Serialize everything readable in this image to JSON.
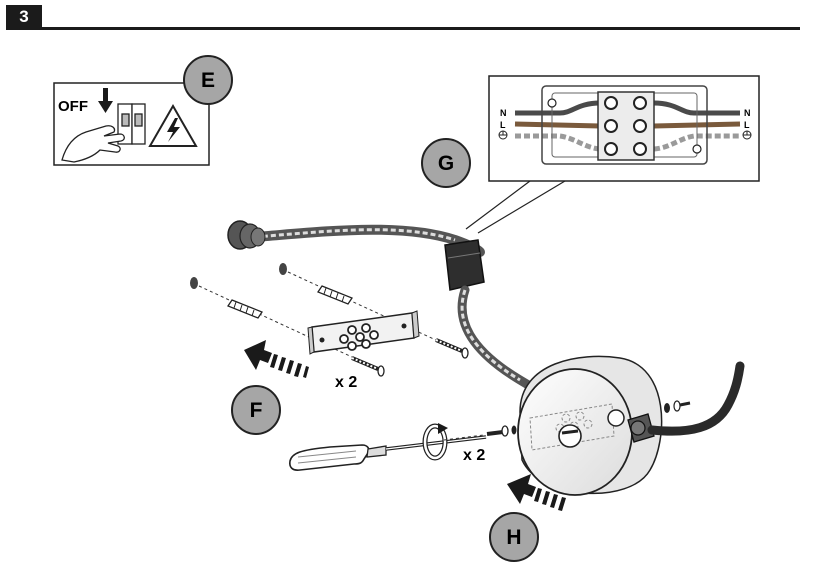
{
  "step": {
    "number": "3"
  },
  "callouts": {
    "e": "E",
    "f": "F",
    "g": "G",
    "h": "H"
  },
  "labels": {
    "off": "OFF",
    "neutral": "N",
    "live": "L",
    "times_two": "x 2"
  },
  "colors": {
    "ink": "#1a1a1a",
    "callout_fill": "#a6a6a6",
    "outline": "#222222",
    "wire_brown": "#7a5a3c",
    "wire_grey": "#9a9a9a",
    "wire_dark": "#4a4a4a",
    "fixture_body": "#f3f3f3"
  },
  "icons": [
    "hand-icon",
    "circuit-breaker-icon",
    "high-voltage-warning-icon",
    "earth-ground-icon",
    "screwdriver-icon",
    "rotation-arrow-icon",
    "direction-arrow-icon"
  ]
}
